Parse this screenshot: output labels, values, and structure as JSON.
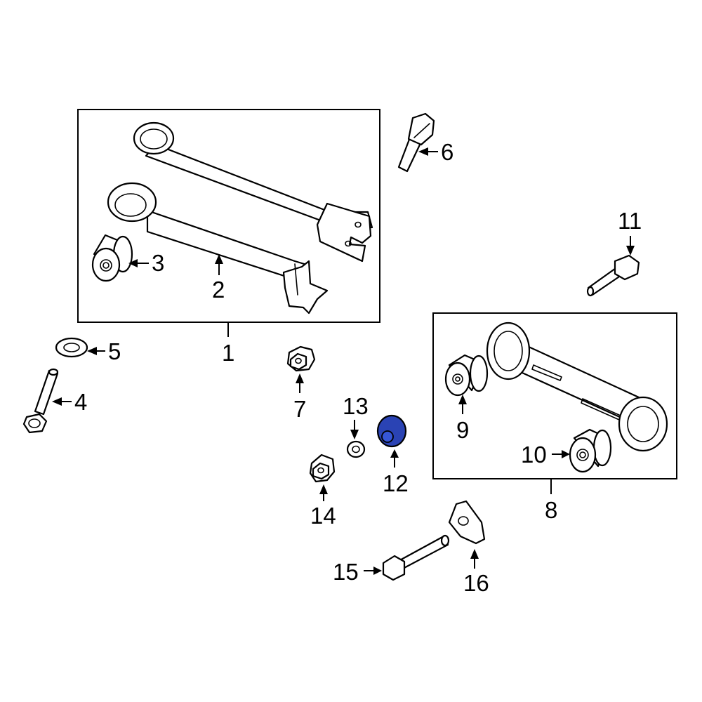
{
  "diagram": {
    "background": "#ffffff",
    "line_color": "#000000",
    "highlight_color": "#2a43b4",
    "highlighted_part": "12",
    "callouts": {
      "c1": "1",
      "c2": "2",
      "c3": "3",
      "c4": "4",
      "c5": "5",
      "c6": "6",
      "c7": "7",
      "c8": "8",
      "c9": "9",
      "c10": "10",
      "c11": "11",
      "c12": "12",
      "c13": "13",
      "c14": "14",
      "c15": "15",
      "c16": "16"
    }
  }
}
